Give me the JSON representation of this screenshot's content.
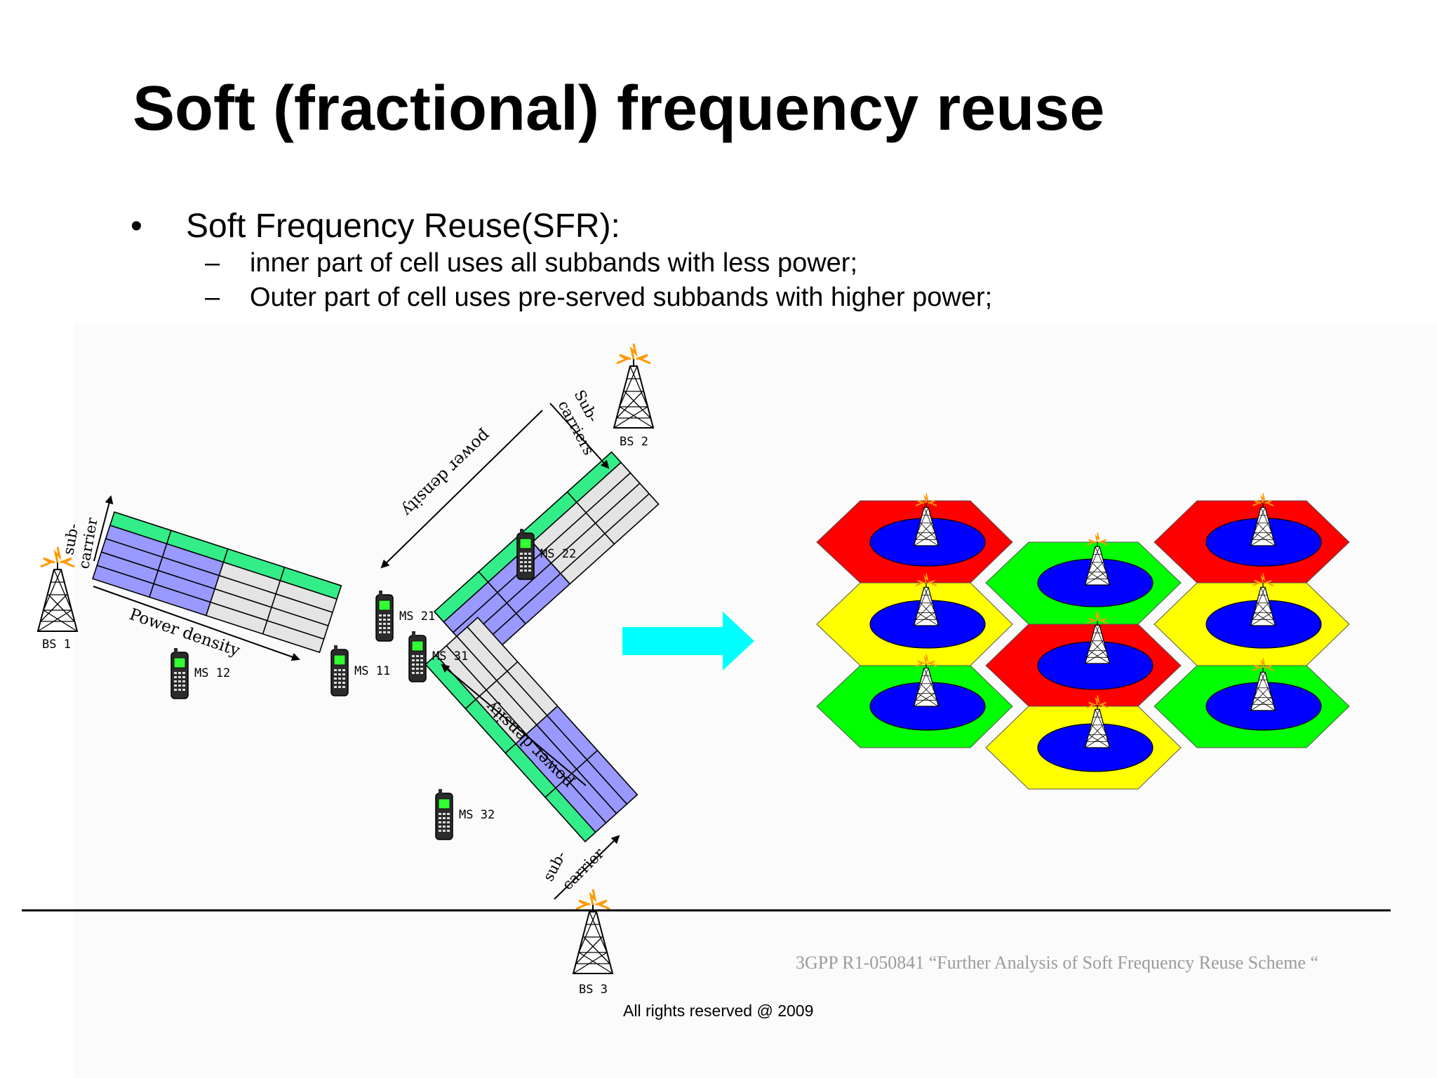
{
  "title": "Soft (fractional) frequency reuse",
  "bullet": {
    "marker": "•",
    "text": "Soft Frequency Reuse(SFR):",
    "subitems": [
      {
        "marker": "–",
        "text": "inner part of cell uses all subbands with less power;"
      },
      {
        "marker": "–",
        "text": "Outer part of cell uses pre-served subbands with higher power;"
      }
    ]
  },
  "diagram": {
    "base_stations": [
      "BS 1",
      "BS 2",
      "BS 3"
    ],
    "mobile_stations": [
      "MS 11",
      "MS 12",
      "MS 21",
      "MS 22",
      "MS 31",
      "MS 32"
    ],
    "axis_labels": {
      "bs1_power": "Power density",
      "bs1_subcarrier_line1": "sub-",
      "bs1_subcarrier_line2": "carrier",
      "bs2_power": "power density",
      "bs2_subcarrier_line1": "Sub-",
      "bs2_subcarrier_line2": "carriers",
      "bs3_power": "power density",
      "bs3_subcarrier_line1": "sub-",
      "bs3_subcarrier_line2": "carrier"
    }
  },
  "citation": "3GPP R1-050841 “Further Analysis of Soft Frequency Reuse Scheme “",
  "footer": "All rights reserved @ 2009",
  "colors": {
    "inner_cell": "#0000ff",
    "cell_red": "#ff0000",
    "cell_green": "#00ff00",
    "cell_yellow": "#ffff00",
    "band_green": "#33ee88",
    "band_purple": "#9999ff",
    "band_gray": "#e4e4e4",
    "arrow": "#00ffff"
  },
  "icons": [
    "tower-icon",
    "mobile-phone-icon",
    "right-arrow-icon"
  ]
}
